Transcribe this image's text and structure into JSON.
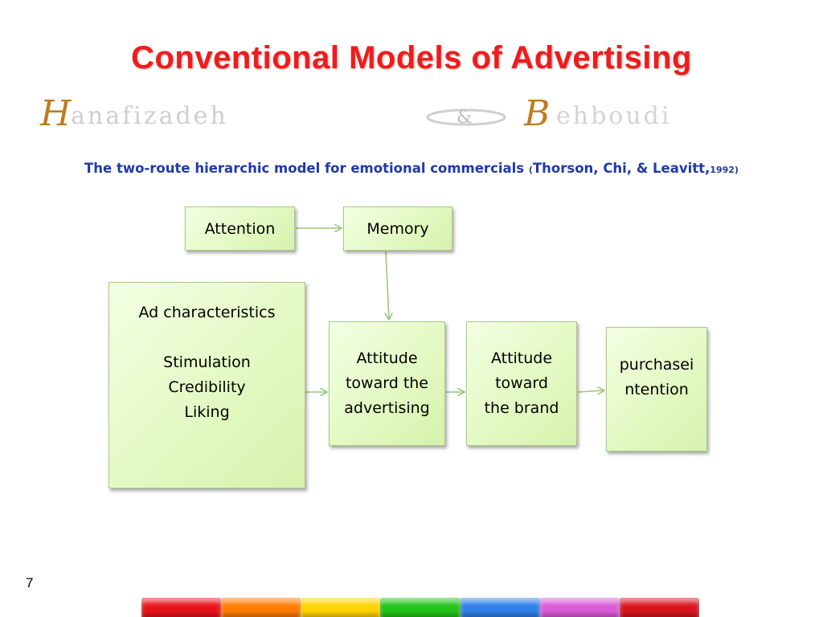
{
  "slide": {
    "title": "Conventional Models of Advertising",
    "banner_text": "Hanafizadeh & Behboudi",
    "subtitle_main": "The two-route hierarchic model for emotional commercials ",
    "subtitle_paren_open": "(",
    "subtitle_authors_1": "Thorson",
    "subtitle_sep_1": ", ",
    "subtitle_authors_2": "Chi",
    "subtitle_sep_2": ", & ",
    "subtitle_authors_3": "Leavitt",
    "subtitle_sep_3": ",",
    "subtitle_year": "1992",
    "subtitle_paren_close": ")",
    "page_number": "7"
  },
  "diagram": {
    "nodes": {
      "attention": "Attention",
      "memory": "Memory",
      "ad_characteristics": {
        "heading": "Ad characteristics",
        "items": [
          "Stimulation",
          "Credibility",
          "Liking"
        ]
      },
      "attitude_advertising": "Attitude\ntoward the\nadvertising",
      "attitude_brand": "Attitude\ntoward\nthe brand",
      "purchase_intention": "purchasei\nntention"
    },
    "edges": [
      [
        "attention",
        "memory"
      ],
      [
        "memory",
        "attitude_advertising"
      ],
      [
        "ad_characteristics",
        "attitude_advertising"
      ],
      [
        "attitude_advertising",
        "attitude_brand"
      ],
      [
        "attitude_brand",
        "purchase_intention"
      ]
    ]
  },
  "colors": {
    "title": "#ee1c1c",
    "subtitle": "#1f3aa8",
    "box_fill": "#e3f9c3",
    "box_border": "#a9c98a",
    "arrow": "#9bc77a",
    "rainbow": [
      "#e8131a",
      "#ff7a00",
      "#ffd400",
      "#22c21a",
      "#2f7fe8",
      "#d95bd6",
      "#d9141f"
    ]
  }
}
